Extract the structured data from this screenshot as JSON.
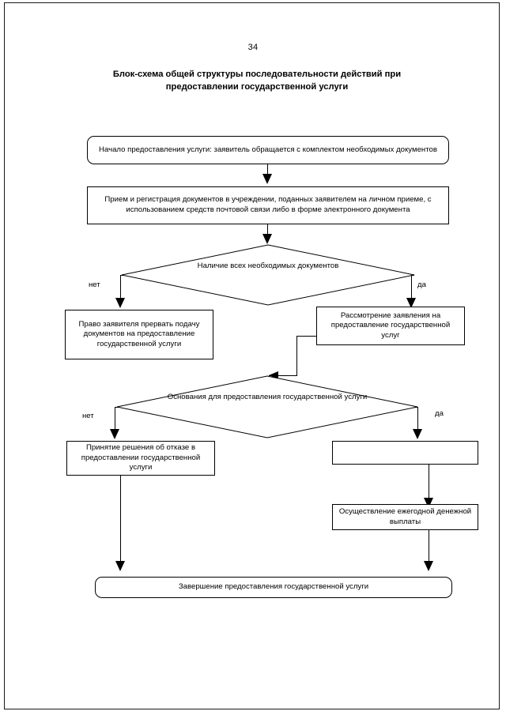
{
  "document": {
    "page_number": "34",
    "title": "Блок-схема общей структуры последовательности действий при предоставлении государственной услуги"
  },
  "flowchart": {
    "type": "flowchart",
    "nodes": [
      {
        "id": "start",
        "shape": "terminator",
        "label": "Начало предоставления услуги: заявитель обращается с комплектом необходимых документов"
      },
      {
        "id": "registration",
        "shape": "process",
        "label": "Прием и регистрация документов в учреждении, поданных заявителем на личном приеме, с использованием средств почтовой связи либо в форме электронного документа"
      },
      {
        "id": "decision-documents",
        "shape": "decision",
        "label": "Наличие всех необходимых документов"
      },
      {
        "id": "right-to-interrupt",
        "shape": "process",
        "label": "Право заявителя прервать подачу документов на предоставление государственной услуги"
      },
      {
        "id": "application-review",
        "shape": "process",
        "label": "Рассмотрение заявления на предоставление государственной услуг"
      },
      {
        "id": "decision-grounds",
        "shape": "decision",
        "label": "Основания для предоставления государственной услуги"
      },
      {
        "id": "refusal-decision",
        "shape": "process",
        "label": "Принятие решения об отказе в предоставлении государственной услуги"
      },
      {
        "id": "empty-box",
        "shape": "process",
        "label": ""
      },
      {
        "id": "annual-payment",
        "shape": "process",
        "label": "Осуществление ежегодной денежной выплаты"
      },
      {
        "id": "end",
        "shape": "terminator",
        "label": "Завершение предоставления государственной услуги"
      }
    ],
    "branch_labels": {
      "documents_no": "нет",
      "documents_yes": "да",
      "grounds_no": "нет",
      "grounds_yes": "да"
    }
  }
}
